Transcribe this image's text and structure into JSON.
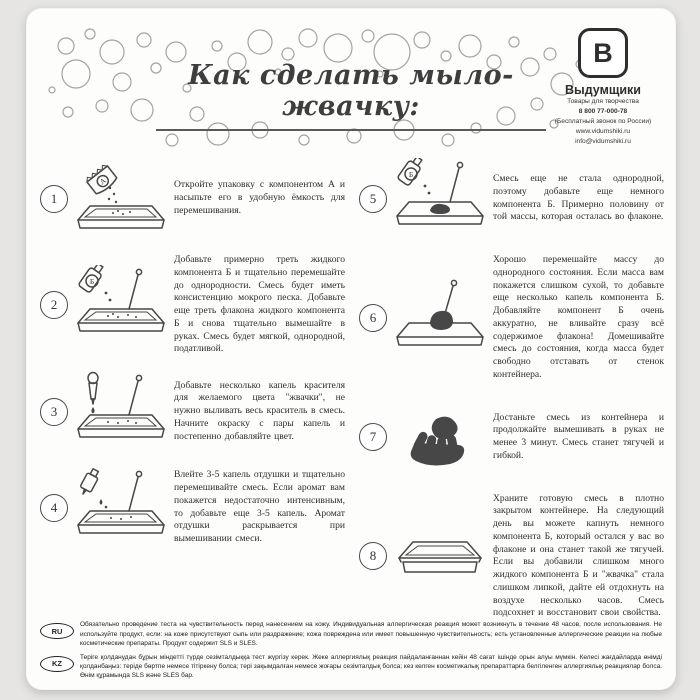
{
  "header": {
    "title": "Как сделать мыло-жвачку:",
    "brand": {
      "logo_letter": "В",
      "name": "Выдумщики",
      "tagline": "Товары для творчества",
      "phone": "8 800 77-000-78",
      "phone_note": "(Бесплатный звонок по России)",
      "website": "www.vidumshiki.ru",
      "email": "info@vidumshiki.ru"
    }
  },
  "steps": [
    {
      "number": "1",
      "icon": "packet-a-pouring-into-tray",
      "icon_label": "А",
      "text": "Откройте упаковку с компонентом А и насыпьте его в удобную ёмкость для перемешивания."
    },
    {
      "number": "2",
      "icon": "bottle-b-pouring-into-tray-with-stick",
      "icon_label": "Б",
      "text": "Добавьте примерно треть жидкого компонента Б и тщательно перемешайте до однородности. Смесь будет иметь консистенцию мокрого песка. Добавьте еще треть флакона жидкого компонента Б и снова тщательно вымешайте в руках. Смесь будет мягкой, однородной, податливой."
    },
    {
      "number": "3",
      "icon": "dropper-adding-dye-to-tray",
      "icon_label": "",
      "text": "Добавьте несколько капель красителя для желаемого цвета \"жвачки\", не нужно выливать весь краситель в смесь. Начните окраску с пары капель и постепенно добавляйте цвет."
    },
    {
      "number": "4",
      "icon": "dropper-bottle-adding-fragrance-to-tray",
      "icon_label": "",
      "text": "Влейте 3-5 капель отдушки и тщательно перемешивайте смесь. Если аромат вам покажется недостаточно интенсивным, то добавьте еще 3-5 капель. Аромат отдушки раскрывается при вымешивании смеси."
    },
    {
      "number": "5",
      "icon": "bottle-b-pouring-onto-mass-in-tray",
      "icon_label": "Б",
      "text": "Смесь еще не стала однородной, поэтому добавьте еще немного компонента Б. Примерно половину от той массы, которая осталась во флаконе."
    },
    {
      "number": "6",
      "icon": "tray-with-mass-ball-and-stick",
      "icon_label": "",
      "text": "Хорошо перемешайте массу до однородного состояния. Если масса вам покажется слишком сухой, то добавьте еще несколько капель компонента Б. Добавляйте компонент Б очень аккуратно, не вливайте сразу всё содержимое флакона! Домешивайте смесь до состояния, когда масса будет свободно отставать от стенок контейнера."
    },
    {
      "number": "7",
      "icon": "hand-holding-mass",
      "icon_label": "",
      "text": "Достаньте смесь из контейнера и продолжайте вымешивать в руках не менее 3 минут. Смесь станет тягучей и гибкой."
    },
    {
      "number": "8",
      "icon": "closed-container",
      "icon_label": "",
      "text": "Храните готовую смесь в плотно закрытом контейнере. На следующий день вы можете капнуть немного компонента Б, который остался у вас во флаконе и она станет такой же тягучей. Если вы добавили слишком много жидкого компонента Б и \"жвачка\" стала слишком липкой, дайте ей отдохнуть на воздухе несколько часов. Смесь подсохнет и восстановит свои свойства."
    }
  ],
  "footnotes": [
    {
      "badge": "RU",
      "text": "Обязательно проведение теста на чувствительность перед нанесением на кожу. Индивидуальная аллергическая реакция может возникнуть в течение 48 часов, после использования. Не используйте продукт, если: на коже присутствуют сыпь или раздражение; кожа повреждена или имеет повышенную чувствительность; есть установленные аллергические реакции на любые косметические препараты. Продукт содержит SLS и SLES."
    },
    {
      "badge": "KZ",
      "text": "Теріге қолданудан бұрын міндетті түрде сезімталдыққа тест жүргізу керек. Жеке аллергиялық реакция пайдаланғаннан кейін 48 сағат ішінде орын алуы мүмкін. Келесі жағдайларда өнімді қолданбаңыз: теріде бөртпе немесе тітіркену болса; тері зақымдалған немесе жоғары сезімталдық болса; кез келген косметикалық препараттарға белгіленген аллергиялық реакциялар болса. Өнім құрамында SLS және SLES бар."
    }
  ],
  "colors": {
    "ink": "#474747",
    "paper": "#fdfdfc",
    "background": "#e6e5e3"
  }
}
